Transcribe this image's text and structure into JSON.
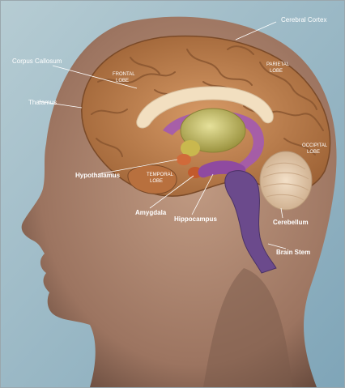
{
  "labels": {
    "cerebral_cortex": "Cerebral Cortex",
    "corpus_callosum": "Corpus Callosum",
    "frontal_lobe_1": "FRONTAL",
    "frontal_lobe_2": "LOBE",
    "parietal_lobe_1": "PARIETAL",
    "parietal_lobe_2": "LOBE",
    "thalamus": "Thalamus",
    "occipital_lobe_1": "OCCIPITAL",
    "occipital_lobe_2": "LOBE",
    "hypothalamus": "Hypothalamus",
    "temporal_lobe_1": "TEMPORAL",
    "temporal_lobe_2": "LOBE",
    "amygdala": "Amygdala",
    "hippocampus": "Hippocampus",
    "cerebellum": "Cerebellum",
    "brain_stem": "Brain Stem"
  },
  "colors": {
    "background": "#8fb0bf",
    "skin": "#b48a72",
    "skin_shadow": "#6e5244",
    "cortex": "#c48654",
    "cortex_dark": "#8a5630",
    "corpus_callosum": "#f2dfc0",
    "thalamus": "#c9c26a",
    "limbic": "#a35ab0",
    "brain_stem": "#6b4a8c",
    "cerebellum": "#ead2b5"
  }
}
